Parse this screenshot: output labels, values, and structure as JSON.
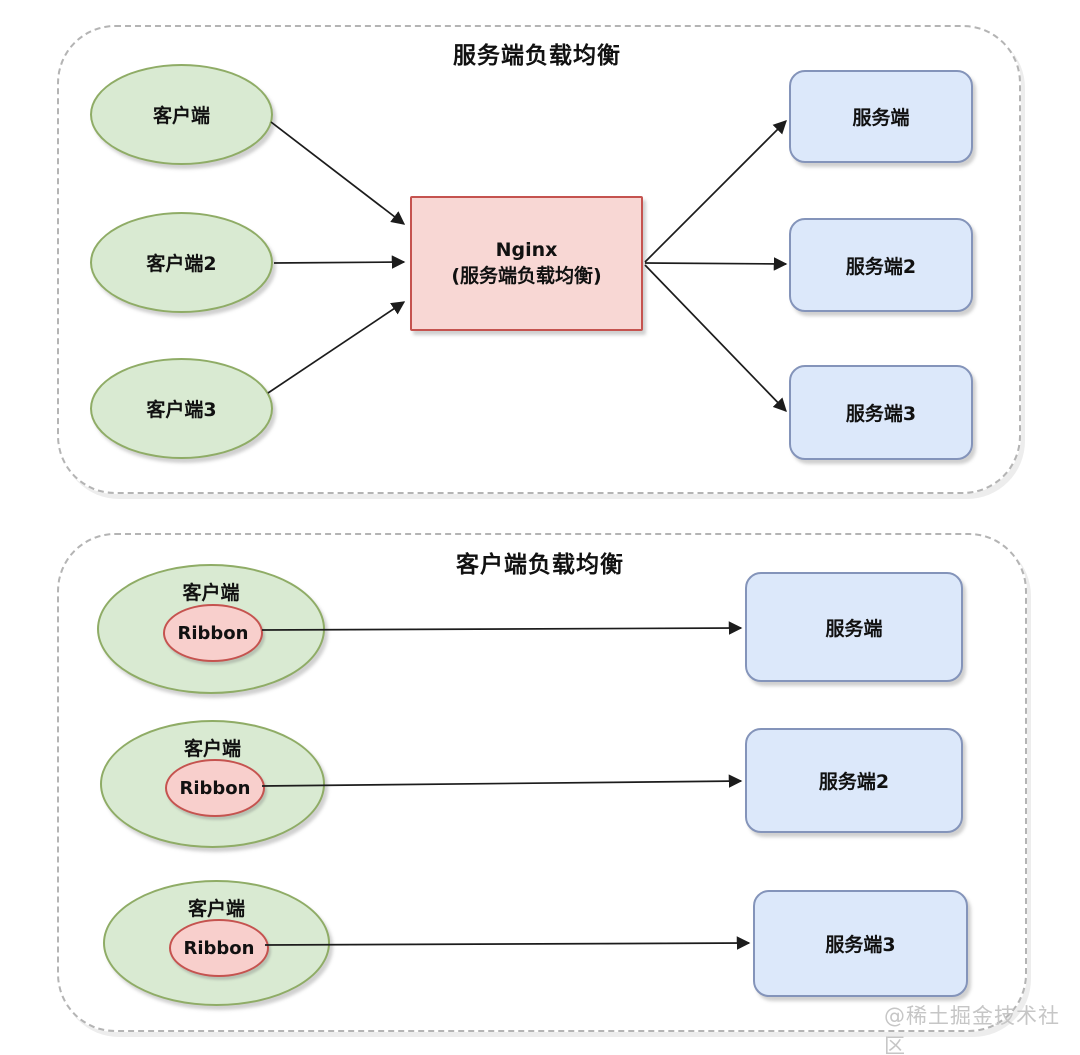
{
  "colors": {
    "client_fill": "#d9ead2",
    "client_border": "#8fac66",
    "balancer_fill": "#f8d7d4",
    "balancer_border": "#c5534f",
    "ribbon_fill": "#f8cfcc",
    "ribbon_border": "#c5534f",
    "server_fill": "#dce8fa",
    "server_border": "#8494ba",
    "panel_border": "#b4b4b4",
    "arrow": "#1c1c1c",
    "watermark": "#c6c6c6"
  },
  "server_side": {
    "title": "服务端负载均衡",
    "clients": [
      {
        "label": "客户端"
      },
      {
        "label": "客户端2"
      },
      {
        "label": "客户端3"
      }
    ],
    "balancer": {
      "name": "Nginx",
      "subtitle": "(服务端负载均衡)"
    },
    "servers": [
      {
        "label": "服务端"
      },
      {
        "label": "服务端2"
      },
      {
        "label": "服务端3"
      }
    ]
  },
  "client_side": {
    "title": "客户端负载均衡",
    "clients": [
      {
        "label": "客户端",
        "component": "Ribbon"
      },
      {
        "label": "客户端",
        "component": "Ribbon"
      },
      {
        "label": "客户端",
        "component": "Ribbon"
      }
    ],
    "servers": [
      {
        "label": "服务端"
      },
      {
        "label": "服务端2"
      },
      {
        "label": "服务端3"
      }
    ]
  },
  "watermark": "@稀土掘金技术社区"
}
